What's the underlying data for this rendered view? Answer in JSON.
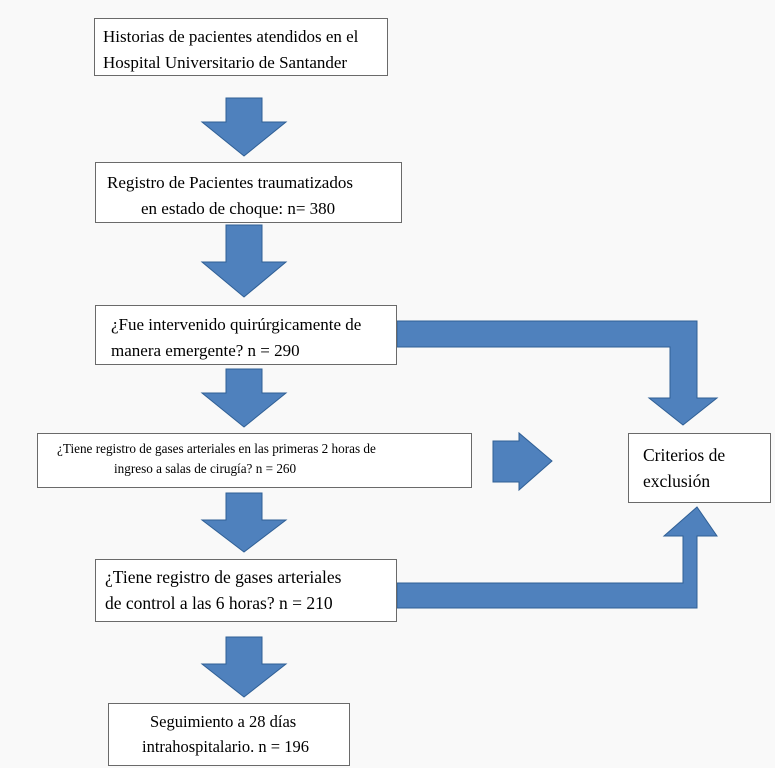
{
  "colors": {
    "arrow_fill": "#4f81bd",
    "arrow_stroke": "#2f5f95",
    "box_border": "#6a6a6a",
    "background": "#f9f9f9"
  },
  "diagram": {
    "nodes": [
      {
        "id": "historias",
        "lines": [
          "Historias de pacientes atendidos en el",
          "Hospital Universitario de Santander"
        ]
      },
      {
        "id": "registro",
        "lines": [
          "Registro de Pacientes traumatizados",
          "en estado de choque: n= 380"
        ]
      },
      {
        "id": "intervenido",
        "lines": [
          "¿Fue intervenido quirúrgicamente de",
          "manera emergente? n = 290"
        ]
      },
      {
        "id": "gases-2h",
        "lines": [
          "¿Tiene registro de gases arteriales en las primeras 2 horas de",
          "ingreso a salas de cirugía? n = 260"
        ]
      },
      {
        "id": "gases-6h",
        "lines": [
          "¿Tiene registro de gases arteriales",
          "de control a las 6 horas? n = 210"
        ]
      },
      {
        "id": "exclusion",
        "lines": [
          "Criterios de",
          "exclusión"
        ]
      },
      {
        "id": "seguimiento",
        "lines": [
          "Seguimiento a 28 días",
          "intrahospitalario. n = 196"
        ]
      }
    ],
    "edges": [
      {
        "from": "historias",
        "to": "registro"
      },
      {
        "from": "registro",
        "to": "intervenido"
      },
      {
        "from": "intervenido",
        "to": "gases-2h"
      },
      {
        "from": "gases-2h",
        "to": "gases-6h"
      },
      {
        "from": "gases-6h",
        "to": "seguimiento"
      },
      {
        "from": "intervenido",
        "to": "exclusion"
      },
      {
        "from": "gases-2h",
        "to": "exclusion"
      },
      {
        "from": "gases-6h",
        "to": "exclusion"
      }
    ]
  }
}
